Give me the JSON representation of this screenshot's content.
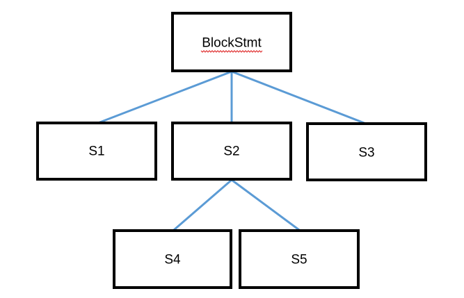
{
  "diagram": {
    "type": "tree",
    "edge_color": "#5b9bd5",
    "node_border_color": "#000000",
    "nodes": [
      {
        "id": "blockstmt",
        "label": "BlockStmt",
        "spell_flag": true
      },
      {
        "id": "s1",
        "label": "S1"
      },
      {
        "id": "s2",
        "label": "S2"
      },
      {
        "id": "s3",
        "label": "S3"
      },
      {
        "id": "s4",
        "label": "S4"
      },
      {
        "id": "s5",
        "label": "S5"
      }
    ],
    "edges": [
      {
        "from": "blockstmt",
        "to": "s1"
      },
      {
        "from": "blockstmt",
        "to": "s2"
      },
      {
        "from": "blockstmt",
        "to": "s3"
      },
      {
        "from": "s2",
        "to": "s4"
      },
      {
        "from": "s2",
        "to": "s5"
      }
    ]
  }
}
